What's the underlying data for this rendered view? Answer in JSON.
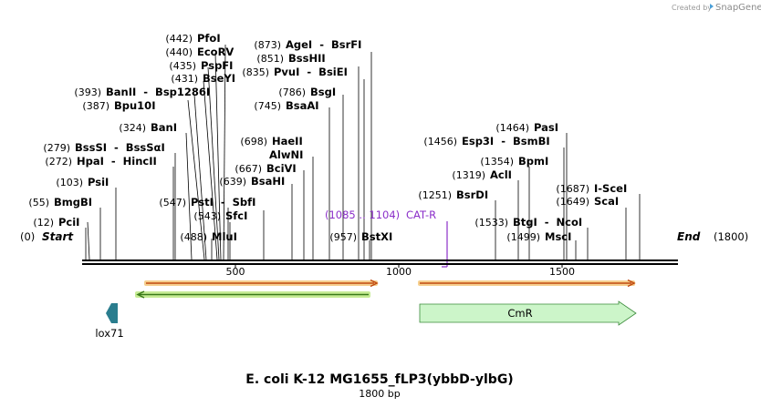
{
  "header": {
    "credit": "Created by",
    "brand": "SnapGene"
  },
  "map": {
    "title": "E. coli K-12 MG1655_fLP3(ybbD-ylbG)",
    "length_label": "1800 bp",
    "start": {
      "pos": "(0)",
      "name": "Start"
    },
    "end": {
      "pos": "(1800)",
      "name": "End"
    },
    "ticks": [
      "500",
      "1000",
      "1500"
    ],
    "primer": {
      "pos": "(1085 .. 1104)",
      "name": "CAT-R"
    },
    "features": {
      "lox": "lox71",
      "cmr": "CmR"
    }
  },
  "sites": [
    {
      "pos": "(442)",
      "name": "PfoI"
    },
    {
      "pos": "(440)",
      "name": "EcoRV"
    },
    {
      "pos": "(435)",
      "name": "PspFI"
    },
    {
      "pos": "(431)",
      "name": "BseYI"
    },
    {
      "pos": "(393)",
      "name": "BanII  -  Bsp1286I"
    },
    {
      "pos": "(387)",
      "name": "Bpu10I"
    },
    {
      "pos": "(324)",
      "name": "BanI"
    },
    {
      "pos": "(279)",
      "name": "BssSI  -  BssSαI"
    },
    {
      "pos": "(272)",
      "name": "HpaI  -  HincII"
    },
    {
      "pos": "(103)",
      "name": "PsiI"
    },
    {
      "pos": "(55)",
      "name": "BmgBI"
    },
    {
      "pos": "(12)",
      "name": "PciI"
    },
    {
      "pos": "(547)",
      "name": "PstI  -  SbfI"
    },
    {
      "pos": "(543)",
      "name": "SfcI"
    },
    {
      "pos": "(488)",
      "name": "MluI"
    },
    {
      "pos": "(873)",
      "name": "AgeI  -  BsrFI"
    },
    {
      "pos": "(851)",
      "name": "BssHII"
    },
    {
      "pos": "(835)",
      "name": "PvuI  -  BsiEI"
    },
    {
      "pos": "(786)",
      "name": "BsgI"
    },
    {
      "pos": "(745)",
      "name": "BsaAI"
    },
    {
      "pos": "(698)",
      "name": "HaeII"
    },
    {
      "pos": "",
      "name": "AlwNI"
    },
    {
      "pos": "(667)",
      "name": "BciVI"
    },
    {
      "pos": "(639)",
      "name": "BsaHI"
    },
    {
      "pos": "(957)",
      "name": "BstXI"
    },
    {
      "pos": "(1464)",
      "name": "PasI"
    },
    {
      "pos": "(1456)",
      "name": "Esp3I  -  BsmBI"
    },
    {
      "pos": "(1354)",
      "name": "BpmI"
    },
    {
      "pos": "(1319)",
      "name": "AclI"
    },
    {
      "pos": "(1251)",
      "name": "BsrDI"
    },
    {
      "pos": "(1533)",
      "name": "BtgI  -  NcoI"
    },
    {
      "pos": "(1499)",
      "name": "MscI"
    },
    {
      "pos": "(1687)",
      "name": "I-SceI"
    },
    {
      "pos": "(1649)",
      "name": "ScaI"
    }
  ]
}
